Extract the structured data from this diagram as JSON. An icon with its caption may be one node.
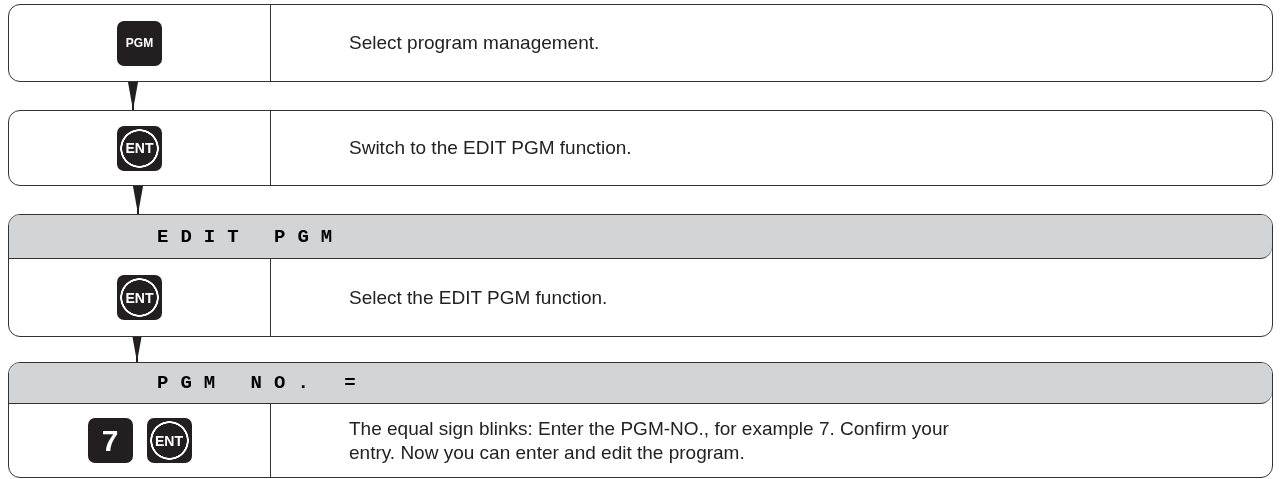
{
  "diagram": {
    "nodes": [
      {
        "text": [
          "PGM",
          "Select program management."
        ]
      },
      {
        "text": [
          "ENT",
          "Switch to the EDIT PGM function."
        ]
      },
      {
        "text": [
          "EDIT PGM",
          "ENT",
          "Select the EDIT PGM function."
        ]
      },
      {
        "text": [
          "PGM NO. =",
          "7",
          "ENT",
          "The equal sign blinks: Enter the PGM-NO., for example 7. Confirm your entry. Now you can enter and edit the program."
        ]
      }
    ],
    "edges": [
      {
        "from": 0,
        "to": 1,
        "arrow": "to"
      },
      {
        "from": 1,
        "to": 2,
        "arrow": "to"
      },
      {
        "from": 2,
        "to": 3,
        "arrow": "to"
      }
    ]
  }
}
